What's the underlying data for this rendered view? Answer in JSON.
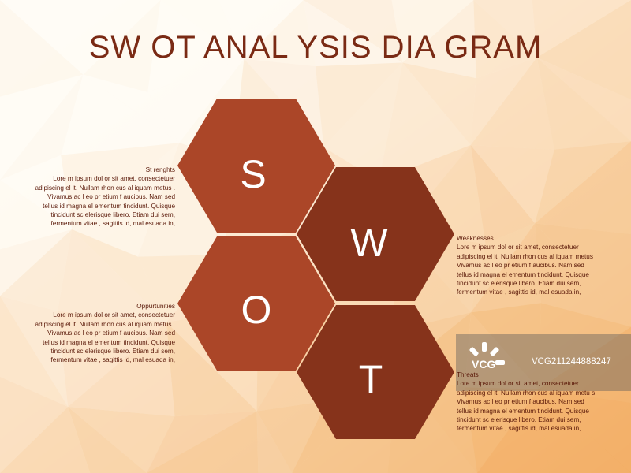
{
  "title": "SW OT ANAL YSIS DIA GRAM",
  "colors": {
    "title": "#7a2a14",
    "text": "#5a1808",
    "hex_s": "#ab4628",
    "hex_o": "#ab4628",
    "hex_w": "#86331b",
    "hex_t": "#86331b"
  },
  "hexagons": {
    "s": "S",
    "w": "W",
    "o": "O",
    "t": "T"
  },
  "strengths": {
    "heading": "St renghts",
    "body": "Lore m ipsum dol or sit amet,    consectetuer\nadipiscing el it. Nullam rhon cus al iquam metus .\nVivamus ac l  eo pr etium f aucibus. Nam sed\ntellus id magna el  ementum tincidunt. Quisque\ntincidunt sc elerisque  libero. Etiam dui sem,\nfermentum vitae  , sagittis id, mal  esuada in,"
  },
  "opportunities": {
    "heading": "Oppurtunities",
    "body": "Lore m ipsum dol or sit amet,    consectetuer\nadipiscing el it. Nullam rhon cus al iquam metus .\nVivamus ac l  eo pr etium f aucibus. Nam sed\ntellus id magna el  ementum tincidunt. Quisque\ntincidunt sc elerisque  libero. Etiam dui sem,\nfermentum vitae  , sagittis id, mal  esuada in,"
  },
  "weaknesses": {
    "heading": "Weaknesses",
    "body": "Lore m ipsum dol or sit amet,    consectetuer\nadipiscing el it. Nullam rhon cus al iquam metus .\nVivamus ac l  eo pr etium f aucibus. Nam sed\ntellus id magna el  ementum tincidunt. Quisque\ntincidunt sc elerisque  libero. Etiam dui sem,\nfermentum vitae  , sagittis id, mal  esuada in,"
  },
  "threats": {
    "heading": "Threats",
    "body": "Lore m ipsum dol or sit amet,    consectetuer\nadipiscing el it. Nullam rhon cus al iquam metu s.\nVivamus ac l  eo pr etium f aucibus. Nam sed\ntellus id magna el  ementum tincidunt. Quisque\ntincidunt sc elerisque  libero. Etiam dui sem,\nfermentum vitae  , sagittis id, mal  esuada in,"
  },
  "watermark": {
    "brand": "VCG",
    "id": "VCG211244888247"
  }
}
